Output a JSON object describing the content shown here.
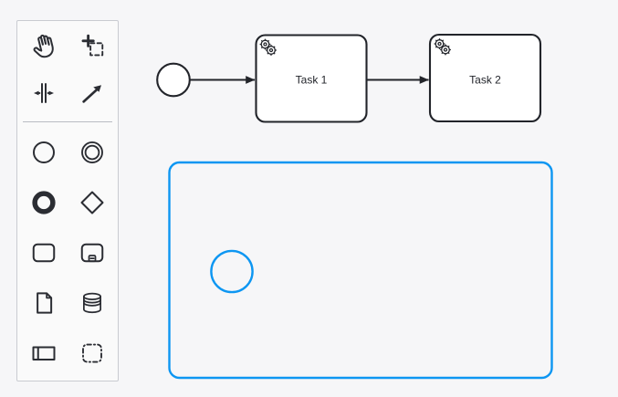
{
  "colors": {
    "canvas_bg": "#f6f6f8",
    "palette_bg": "#fafafa",
    "palette_border": "#c9cbd1",
    "element_stroke": "#22242a",
    "element_fill": "#ffffff",
    "selection_stroke": "#0d96f2",
    "label_color": "#22242a"
  },
  "palette": {
    "tools": [
      {
        "id": "hand-tool",
        "icon": "hand-icon"
      },
      {
        "id": "lasso-tool",
        "icon": "lasso-icon"
      },
      {
        "id": "space-tool",
        "icon": "space-tool-icon"
      },
      {
        "id": "global-connect-tool",
        "icon": "connect-arrow-icon"
      }
    ],
    "elements": [
      {
        "id": "create-start-event",
        "icon": "thin-circle-icon"
      },
      {
        "id": "create-intermediate-event",
        "icon": "double-circle-icon"
      },
      {
        "id": "create-end-event",
        "icon": "thick-circle-icon"
      },
      {
        "id": "create-gateway",
        "icon": "diamond-icon"
      },
      {
        "id": "create-task",
        "icon": "rounded-rectangle-icon"
      },
      {
        "id": "create-subprocess",
        "icon": "subprocess-collapsed-icon"
      },
      {
        "id": "create-data-object",
        "icon": "document-icon"
      },
      {
        "id": "create-data-store",
        "icon": "database-cylinder-icon"
      },
      {
        "id": "create-participant",
        "icon": "pool-icon"
      },
      {
        "id": "create-group",
        "icon": "dash-dot-rectangle-icon"
      }
    ]
  },
  "diagram": {
    "start_event": {
      "type": "start-event"
    },
    "tasks": [
      {
        "label": "Task 1",
        "marker": "service-gears"
      },
      {
        "label": "Task 2",
        "marker": "service-gears"
      }
    ],
    "flows": [
      {
        "from": "start-event",
        "to": "Task 1"
      },
      {
        "from": "Task 1",
        "to": "Task 2"
      }
    ],
    "subprocess": {
      "label": "",
      "state": "selected"
    },
    "subprocess_start_event": {
      "state": "selected"
    }
  }
}
